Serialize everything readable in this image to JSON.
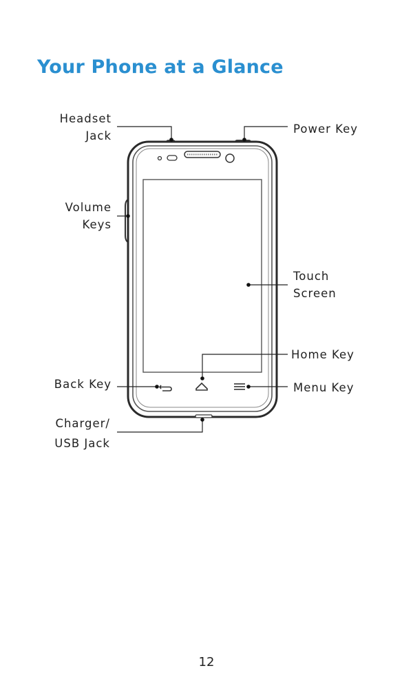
{
  "title": "Your Phone at a Glance",
  "callouts": {
    "headset_jack": [
      "Headset",
      "Jack"
    ],
    "power_key": [
      "Power Key"
    ],
    "volume_keys": [
      "Volume",
      "Keys"
    ],
    "touch_screen": [
      "Touch",
      "Screen"
    ],
    "home_key": [
      "Home Key"
    ],
    "back_key": [
      "Back Key"
    ],
    "menu_key": [
      "Menu Key"
    ],
    "charger_usb_jack": [
      "Charger/",
      "USB Jack"
    ]
  },
  "page_number": "12",
  "colors": {
    "title": "#2a8fd0",
    "line": "#222222"
  }
}
